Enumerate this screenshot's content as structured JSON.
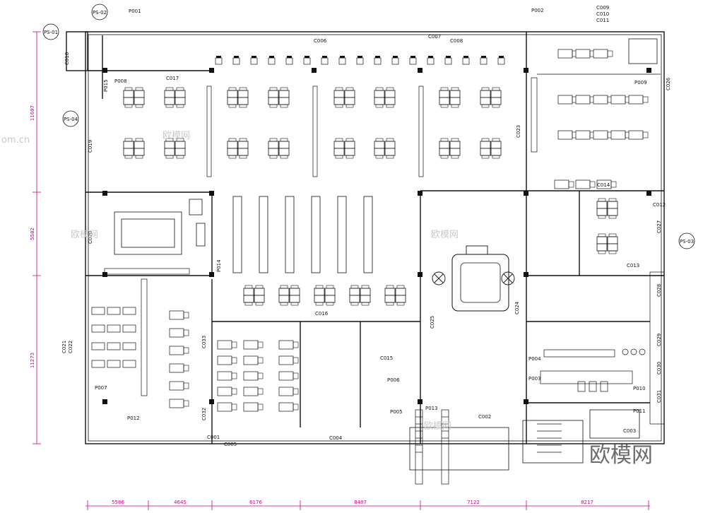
{
  "plan": {
    "ps_markers": [
      "PS-01",
      "PS-02",
      "PS-03",
      "PS-04"
    ],
    "door_tags": [
      "P001",
      "P002",
      "P003",
      "P004",
      "P005",
      "P006",
      "P007",
      "P008",
      "P009",
      "P010",
      "P011",
      "P012",
      "P013",
      "P014",
      "P015"
    ],
    "curtain_tags": [
      "C001",
      "C002",
      "C003",
      "C004",
      "C005",
      "C006",
      "C007",
      "C008",
      "C009",
      "C010",
      "C011",
      "C012",
      "C013",
      "C014",
      "C015",
      "C016",
      "C017",
      "C018",
      "C019",
      "C020",
      "C021",
      "C022",
      "C023",
      "C024",
      "C025",
      "C026",
      "C027",
      "C028",
      "C029",
      "C030",
      "C031",
      "C032",
      "C033"
    ],
    "dims_left": [
      "11697",
      "5582",
      "11273"
    ],
    "dims_bottom": [
      "5586",
      "4645",
      "6176",
      "8487",
      "7122",
      "8217"
    ]
  },
  "watermark": {
    "brand": "欧模网",
    "light": [
      "欧模网",
      "欧模网",
      "欧模网",
      "欧模网"
    ],
    "url": "om.cn"
  },
  "colors": {
    "line": "#111111",
    "dimension": "#d0008a",
    "watermark": "#6b6b6b"
  }
}
